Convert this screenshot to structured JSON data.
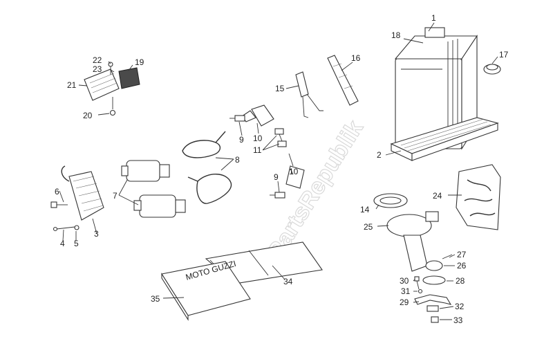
{
  "watermark": "PartsRepublik",
  "manual_cover_text": "MOTO GUZZI",
  "callouts": {
    "c1": "1",
    "c2": "2",
    "c3": "3",
    "c4": "4",
    "c5": "5",
    "c6": "6",
    "c7": "7",
    "c8": "8",
    "c9a": "9",
    "c9b": "9",
    "c10a": "10",
    "c10b": "10",
    "c11": "11",
    "c14": "14",
    "c15": "15",
    "c16": "16",
    "c17": "17",
    "c18": "18",
    "c19": "19",
    "c20": "20",
    "c21": "21",
    "c22": "22",
    "c23": "23",
    "c24": "24",
    "c25": "25",
    "c26": "26",
    "c27": "27",
    "c28": "28",
    "c29": "29",
    "c30": "30",
    "c31": "31",
    "c32": "32",
    "c33": "33",
    "c34": "34",
    "c35": "35"
  },
  "colors": {
    "line": "#333333",
    "background": "#ffffff",
    "watermark": "#d9d9d9"
  }
}
